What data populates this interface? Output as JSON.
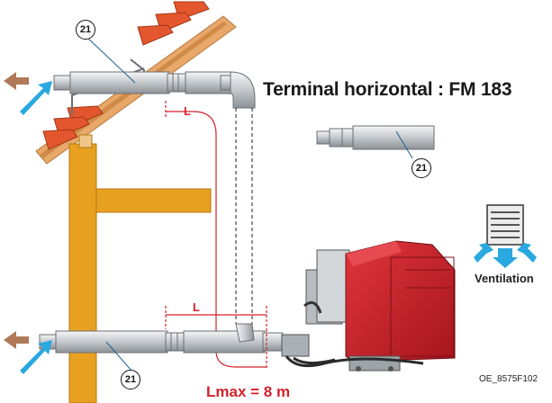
{
  "title": "Terminal horizontal : FM 183",
  "ventilation_label": "Ventilation",
  "lmax_label": "Lmax = 8 m",
  "reference_code": "OE_8575F102",
  "length_marker": "L",
  "part_number": "21",
  "colors": {
    "timber": "#e8a020",
    "roof_tile": "#e4572e",
    "burner_red": "#c8202a",
    "flue_grey": "#c8ccd0",
    "exhaust_arrow": "#b07a5a",
    "intake_arrow": "#2aa8e0",
    "dimension_red": "#d2232a"
  },
  "icons": [
    "exhaust-arrow-icon",
    "air-intake-arrow-icon",
    "ventilation-grille-icon",
    "airflow-arrow-icon"
  ]
}
